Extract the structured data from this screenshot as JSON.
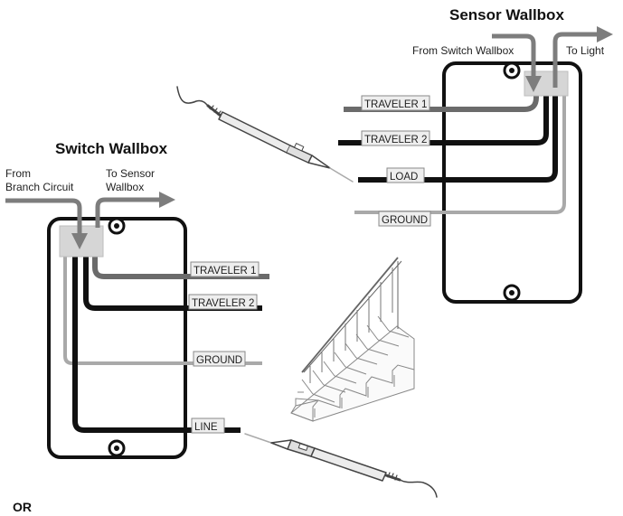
{
  "switch_wallbox": {
    "title": "Switch Wallbox",
    "from_note_line1": "From",
    "from_note_line2": "Branch Circuit",
    "to_note_line1": "To Sensor",
    "to_note_line2": "Wallbox",
    "labels": {
      "traveler1": "TRAVELER 1",
      "traveler2": "TRAVELER 2",
      "ground": "GROUND",
      "line": "LINE"
    }
  },
  "sensor_wallbox": {
    "title": "Sensor Wallbox",
    "from_note": "From Switch Wallbox",
    "to_note": "To Light",
    "labels": {
      "traveler1": "TRAVELER 1",
      "traveler2": "TRAVELER 2",
      "load": "LOAD",
      "ground": "GROUND"
    }
  },
  "footer": {
    "or": "OR"
  },
  "colors": {
    "black_wire": "#111111",
    "dark_gray_wire": "#6b6b6b",
    "light_gray_wire": "#a9a9a9",
    "arrow": "#7d7d7d",
    "connector": "#d6d6d6"
  },
  "icons": [
    "voltage-tester-icon",
    "staircase-icon",
    "mounting-hole-icon",
    "arrow-icon"
  ]
}
